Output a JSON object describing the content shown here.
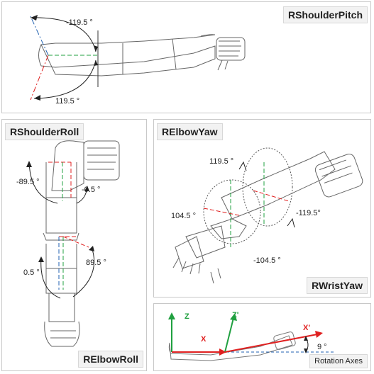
{
  "panels": {
    "shoulder_pitch": {
      "title": "RShoulderPitch",
      "angle_up": "-119.5 °",
      "angle_down": "119.5 °"
    },
    "shoulder_roll": {
      "title": "RShoulderRoll",
      "angle_left": "-89.5 °",
      "angle_right": "-0.5 °"
    },
    "elbow_roll": {
      "title": "RElbowRoll",
      "angle_left": "0.5 °",
      "angle_right": "89.5 °"
    },
    "elbow_yaw": {
      "title": "RElbowYaw",
      "angle_top": "119.5 °",
      "angle_left": "104.5 °",
      "angle_right": "-119.5°",
      "angle_bottom": "-104.5 °"
    },
    "wrist_yaw": {
      "title": "RWristYaw"
    },
    "rotation_axes": {
      "caption": "Rotation Axes",
      "axis_z": "Z",
      "axis_z_prime": "Z'",
      "axis_x": "X",
      "axis_x_prime": "X'",
      "tilt_angle": "9 °"
    }
  },
  "colors": {
    "red_axis": "#e02020",
    "green_axis": "#20a040",
    "blue_axis": "#2060b0",
    "outline": "#555555"
  }
}
